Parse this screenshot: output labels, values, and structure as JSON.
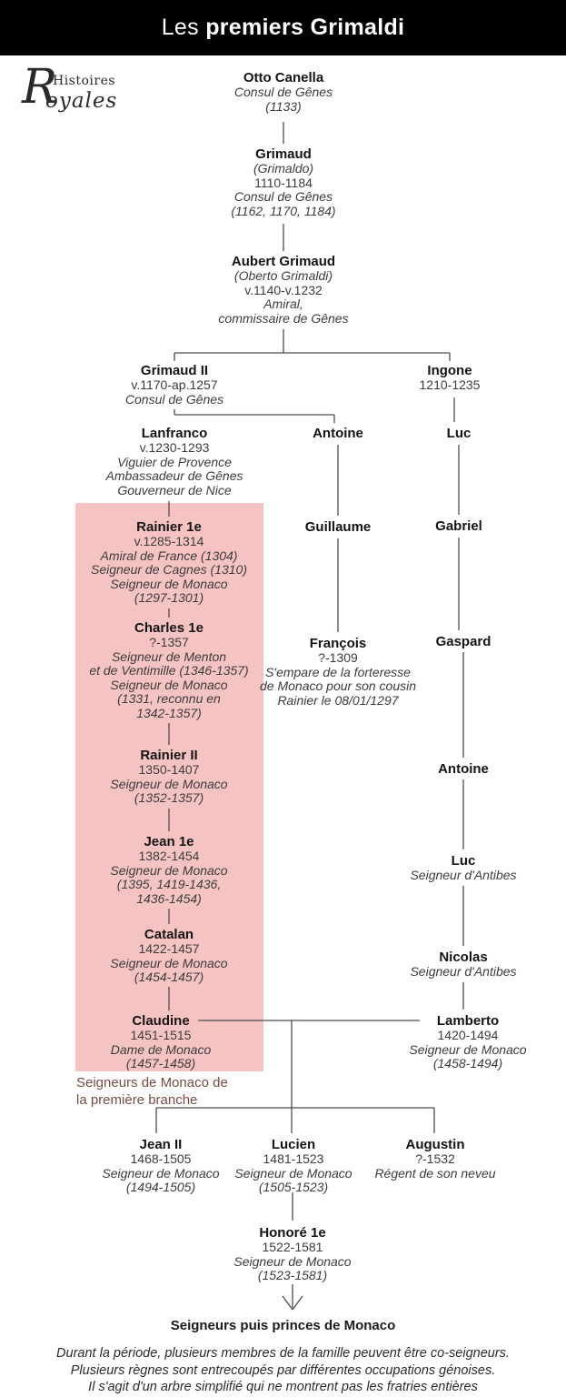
{
  "header": {
    "title_regular": "Les ",
    "title_bold": "premiers Grimaldi"
  },
  "logo": {
    "initial": "R",
    "word_top": "Histoires",
    "word_bottom": "oyales"
  },
  "colors": {
    "highlight_pink": "#f6c3c3",
    "branch_label": "#7a4a42",
    "connector": "#4d4d4d",
    "header_bg": "#000000"
  },
  "nodes": {
    "otto": {
      "name": "Otto Canella",
      "lines": [
        {
          "text": "Consul de Gênes",
          "style": "role"
        },
        {
          "text": "(1133)",
          "style": "role"
        }
      ]
    },
    "grimaud": {
      "name": "Grimaud",
      "lines": [
        {
          "text": "(Grimaldo)",
          "style": "role"
        },
        {
          "text": "1110-1184",
          "style": "date"
        },
        {
          "text": "Consul de Gênes",
          "style": "role"
        },
        {
          "text": "(1162, 1170, 1184)",
          "style": "role"
        }
      ]
    },
    "aubert": {
      "name": "Aubert Grimaud",
      "lines": [
        {
          "text": "(Oberto Grimaldi)",
          "style": "role"
        },
        {
          "text": "v.1140-v.1232",
          "style": "date"
        },
        {
          "text": "Amiral,",
          "style": "role"
        },
        {
          "text": "commissaire de Gênes",
          "style": "role"
        }
      ]
    },
    "grimaud2": {
      "name": "Grimaud II",
      "lines": [
        {
          "text": "v.1170-ap.1257",
          "style": "date"
        },
        {
          "text": "Consul de Gênes",
          "style": "role"
        }
      ]
    },
    "ingone": {
      "name": "Ingone",
      "lines": [
        {
          "text": "1210-1235",
          "style": "date"
        }
      ]
    },
    "lanfranco": {
      "name": "Lanfranco",
      "lines": [
        {
          "text": "v.1230-1293",
          "style": "date"
        },
        {
          "text": "Viguier de Provence",
          "style": "role"
        },
        {
          "text": "Ambassadeur de Gênes",
          "style": "role"
        },
        {
          "text": "Gouverneur de Nice",
          "style": "role"
        }
      ]
    },
    "antoine1": {
      "name": "Antoine",
      "lines": []
    },
    "luc1": {
      "name": "Luc",
      "lines": []
    },
    "rainier1": {
      "name": "Rainier 1e",
      "lines": [
        {
          "text": "v.1285-1314",
          "style": "date"
        },
        {
          "text": "Amiral de France (1304)",
          "style": "role"
        },
        {
          "text": "Seigneur de Cagnes (1310)",
          "style": "role"
        },
        {
          "text": "Seigneur de Monaco",
          "style": "role"
        },
        {
          "text": "(1297-1301)",
          "style": "role"
        }
      ]
    },
    "guillaume": {
      "name": "Guillaume",
      "lines": []
    },
    "gabriel": {
      "name": "Gabriel",
      "lines": []
    },
    "charles1": {
      "name": "Charles 1e",
      "lines": [
        {
          "text": "?-1357",
          "style": "date"
        },
        {
          "text": "Seigneur de Menton",
          "style": "role"
        },
        {
          "text": "et de Ventimille (1346-1357)",
          "style": "role"
        },
        {
          "text": "Seigneur de Monaco",
          "style": "role"
        },
        {
          "text": "(1331, reconnu en",
          "style": "role"
        },
        {
          "text": "1342-1357)",
          "style": "role"
        }
      ]
    },
    "francois": {
      "name": "François",
      "lines": [
        {
          "text": "?-1309",
          "style": "date"
        },
        {
          "text": "S'empare de la forteresse",
          "style": "role"
        },
        {
          "text": "de Monaco pour son cousin",
          "style": "role"
        },
        {
          "text": "Rainier le 08/01/1297",
          "style": "role"
        }
      ]
    },
    "gaspard": {
      "name": "Gaspard",
      "lines": []
    },
    "rainier2": {
      "name": "Rainier II",
      "lines": [
        {
          "text": "1350-1407",
          "style": "date"
        },
        {
          "text": "Seigneur de Monaco",
          "style": "role"
        },
        {
          "text": "(1352-1357)",
          "style": "role"
        }
      ]
    },
    "antoine2": {
      "name": "Antoine",
      "lines": []
    },
    "jean1": {
      "name": "Jean 1e",
      "lines": [
        {
          "text": "1382-1454",
          "style": "date"
        },
        {
          "text": "Seigneur de Monaco",
          "style": "role"
        },
        {
          "text": "(1395, 1419-1436,",
          "style": "role"
        },
        {
          "text": "1436-1454)",
          "style": "role"
        }
      ]
    },
    "luc2": {
      "name": "Luc",
      "lines": [
        {
          "text": "Seigneur d'Antibes",
          "style": "role"
        }
      ]
    },
    "catalan": {
      "name": "Catalan",
      "lines": [
        {
          "text": "1422-1457",
          "style": "date"
        },
        {
          "text": "Seigneur de Monaco",
          "style": "role"
        },
        {
          "text": "(1454-1457)",
          "style": "role"
        }
      ]
    },
    "nicolas": {
      "name": "Nicolas",
      "lines": [
        {
          "text": "Seigneur d'Antibes",
          "style": "role"
        }
      ]
    },
    "claudine": {
      "name": "Claudine",
      "lines": [
        {
          "text": "1451-1515",
          "style": "date"
        },
        {
          "text": "Dame de Monaco",
          "style": "role"
        },
        {
          "text": "(1457-1458)",
          "style": "role"
        }
      ]
    },
    "lamberto": {
      "name": "Lamberto",
      "lines": [
        {
          "text": "1420-1494",
          "style": "date"
        },
        {
          "text": "Seigneur de Monaco",
          "style": "role"
        },
        {
          "text": "(1458-1494)",
          "style": "role"
        }
      ]
    },
    "jean2": {
      "name": "Jean II",
      "lines": [
        {
          "text": "1468-1505",
          "style": "date"
        },
        {
          "text": "Seigneur de Monaco",
          "style": "role"
        },
        {
          "text": "(1494-1505)",
          "style": "role"
        }
      ]
    },
    "lucien": {
      "name": "Lucien",
      "lines": [
        {
          "text": "1481-1523",
          "style": "date"
        },
        {
          "text": "Seigneur de Monaco",
          "style": "role"
        },
        {
          "text": "(1505-1523)",
          "style": "role"
        }
      ]
    },
    "augustin": {
      "name": "Augustin",
      "lines": [
        {
          "text": "?-1532",
          "style": "date"
        },
        {
          "text": "Régent de son neveu",
          "style": "role"
        }
      ]
    },
    "honore1": {
      "name": "Honoré 1e",
      "lines": [
        {
          "text": "1522-1581",
          "style": "date"
        },
        {
          "text": "Seigneur de Monaco",
          "style": "role"
        },
        {
          "text": "(1523-1581)",
          "style": "role"
        }
      ]
    }
  },
  "labels": {
    "branch_line1": "Seigneurs de Monaco de",
    "branch_line2": "la première branche",
    "bottom": "Seigneurs puis princes de Monaco"
  },
  "footer": {
    "line1": "Durant la période, plusieurs membres de la famille peuvent être co-seigneurs.",
    "line2": "Plusieurs règnes sont entrecoupés par différentes occupations génoises.",
    "line3": "Il s'agit d'un arbre simplifié qui ne montrent pas les fratries entières"
  }
}
